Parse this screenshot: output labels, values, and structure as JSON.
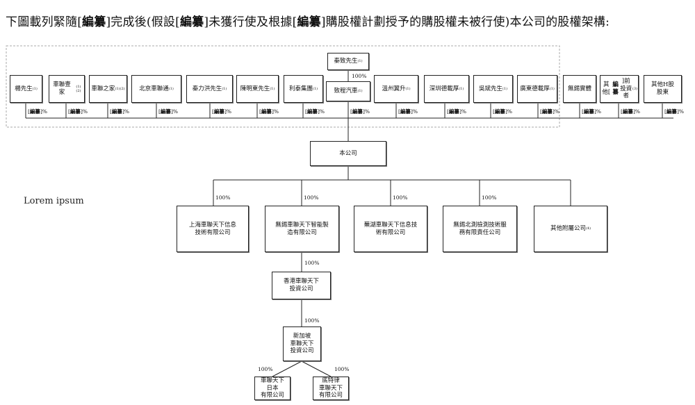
{
  "heading": {
    "part1": "下圖載列緊隨[",
    "bold1": "編纂",
    "part2": "]完成後(假設[",
    "bold2": "編纂",
    "part3": "]未獲行使及根據[",
    "bold3": "編纂",
    "part4": "]購股權計劃授予的購股權未被行使)本公司的股權架構:"
  },
  "side_label": "Lorem ipsum",
  "top_person": {
    "label": "秦致先生",
    "note": "(1)",
    "pct": "100%"
  },
  "zhicheng": {
    "label": "致程汽車",
    "note": "(1)"
  },
  "shareholders": [
    {
      "label": "楊先生",
      "note": "(1)",
      "pct_bold": "編纂",
      "pct_suffix": "%"
    },
    {
      "label": "車聯壹家",
      "note": "(1)(2)",
      "pct_bold": "編纂",
      "pct_suffix": "%"
    },
    {
      "label": "車聯之家",
      "note": "(1)(2)",
      "pct_bold": "編纂",
      "pct_suffix": "%"
    },
    {
      "label": "北京車聯通",
      "note": "(1)",
      "pct_bold": "編纂",
      "pct_suffix": "%"
    },
    {
      "label": "秦力洪先生",
      "note": "(1)",
      "pct_bold": "編纂",
      "pct_suffix": "%"
    },
    {
      "label": "陳明東先生",
      "note": "(1)",
      "pct_bold": "編纂",
      "pct_suffix": "%"
    },
    {
      "label": "利泰集團",
      "note": "(1)",
      "pct_bold": "編纂",
      "pct_suffix": "%"
    },
    {
      "label": "溫州翼升",
      "note": "(1)",
      "pct_bold": "編纂",
      "pct_suffix": "%"
    },
    {
      "label": "深圳德載厚",
      "note": "(1)",
      "pct_bold": "編纂",
      "pct_suffix": "%"
    },
    {
      "label": "吳斌先生",
      "note": "(1)",
      "pct_bold": "編纂",
      "pct_suffix": "%"
    },
    {
      "label": "廣東德載厚",
      "note": "(1)",
      "pct_bold": "編纂",
      "pct_suffix": "%"
    },
    {
      "label": "無錫實體",
      "note": "",
      "pct_bold": "編纂",
      "pct_suffix": "%"
    },
    {
      "label_pre": "其他[",
      "label_bold": "編纂",
      "label_post": "]前\n投資者",
      "note": "(3)",
      "pct_bold": "編纂",
      "pct_suffix": "%"
    },
    {
      "label": "其他H股\n股東",
      "note": "",
      "pct_bold": "編纂",
      "pct_suffix": "%"
    }
  ],
  "zhicheng_pct": {
    "pct_bold": "編纂",
    "pct_suffix": "%"
  },
  "company": {
    "label": "本公司"
  },
  "subsidiaries": [
    {
      "label": "上海車聯天下信息\n技術有限公司",
      "note": "",
      "pct": "100%"
    },
    {
      "label": "無錫車聯天下智能製\n造有限公司",
      "note": "",
      "pct": "100%"
    },
    {
      "label": "蕪湖車聯天下信息技\n術有限公司",
      "note": "",
      "pct": "100%"
    },
    {
      "label": "無錫北測檢測技術服\n務有限責任公司",
      "note": "",
      "pct": "100%"
    },
    {
      "label": "其他附屬公司",
      "note": "(4)",
      "pct": ""
    }
  ],
  "hk": {
    "label": "香港車聯天下\n投資公司",
    "pct": "100%"
  },
  "sg": {
    "label": "新加坡\n車聯天下\n投資公司",
    "pct": "100%"
  },
  "bottom": [
    {
      "label": "車聯天下\n日本\n有限公司",
      "pct": "100%"
    },
    {
      "label": "底特律\n車聯天下\n有限公司",
      "pct": "100%"
    }
  ]
}
